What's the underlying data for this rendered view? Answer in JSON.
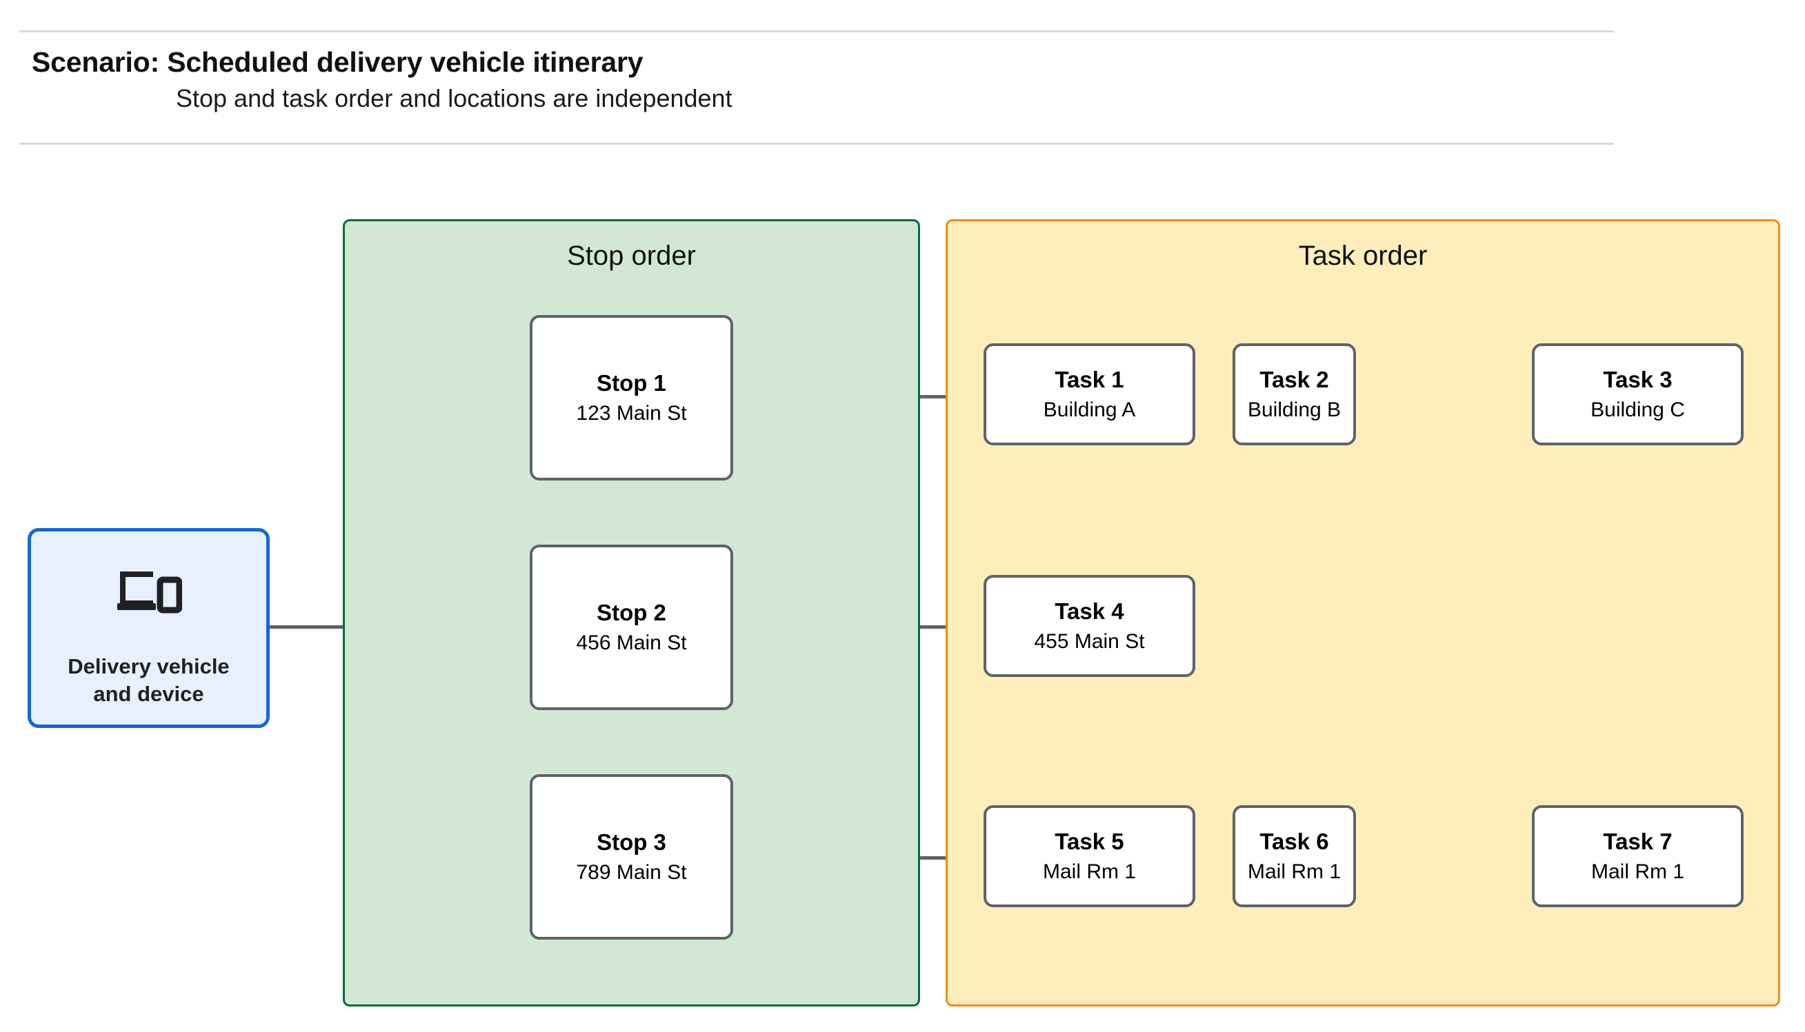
{
  "header": {
    "title": "Scenario: Scheduled delivery vehicle itinerary",
    "subtitle": "Stop and task order and locations are independent"
  },
  "source_node": {
    "label_line1": "Delivery vehicle",
    "label_line2": "and device",
    "icon": "laptop-and-phone-icon",
    "fill_color": "#e8f0fe",
    "border_color": "#1967d2"
  },
  "lanes": [
    {
      "id": "stop-lane",
      "title": "Stop order",
      "fill_color": "#d2e8d5",
      "border_color": "#0b6b33"
    },
    {
      "id": "task-lane",
      "title": "Task order",
      "fill_color": "#fdeebb",
      "border_color": "#f08c1a"
    }
  ],
  "stops": [
    {
      "name": "Stop 1",
      "location": "123 Main St"
    },
    {
      "name": "Stop 2",
      "location": "456 Main St"
    },
    {
      "name": "Stop 3",
      "location": "789 Main St"
    }
  ],
  "tasks": [
    {
      "name": "Task 1",
      "location": "Building A"
    },
    {
      "name": "Task 2",
      "location": "Building B"
    },
    {
      "name": "Task 3",
      "location": "Building C"
    },
    {
      "name": "Task 4",
      "location": "455 Main St"
    },
    {
      "name": "Task 5",
      "location": "Mail Rm 1"
    },
    {
      "name": "Task 6",
      "location": "Mail Rm 1"
    },
    {
      "name": "Task 7",
      "location": "Mail Rm 1"
    }
  ],
  "connector_color": "#5f6368"
}
